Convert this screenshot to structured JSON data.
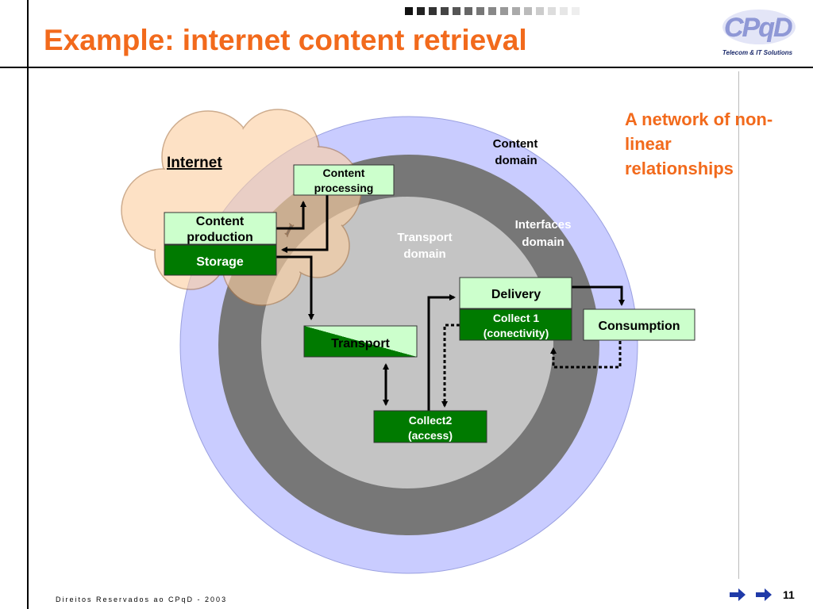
{
  "slide": {
    "title": "Example: internet content retrieval",
    "note": "A network of non-linear relationships",
    "footer": "Direitos Reservados ao CPqD - 2003",
    "page_number": "11"
  },
  "logo": {
    "mark": "CPqD",
    "tagline": "Telecom & IT Solutions"
  },
  "colors": {
    "accent": "#f26a1c",
    "content_ring": "#c9ccff",
    "interfaces_ring": "#777777",
    "transport_core": "#c4c4c4",
    "cloud": "#fdd9b5",
    "box_light": "#ccffcc",
    "box_dark": "#007a00",
    "nav_arrow": "#1f3aa8"
  },
  "squares": [
    "#111111",
    "#222222",
    "#333333",
    "#444444",
    "#555555",
    "#666666",
    "#777777",
    "#888888",
    "#999999",
    "#aaaaaa",
    "#bbbbbb",
    "#cccccc",
    "#dddddd",
    "#e6e6e6",
    "#eeeeee"
  ],
  "diagram": {
    "labels": {
      "internet": "Internet",
      "content_domain": [
        "Content",
        "domain"
      ],
      "interfaces_domain": [
        "Interfaces",
        "domain"
      ],
      "transport_domain": [
        "Transport",
        "domain"
      ]
    },
    "boxes": {
      "content_processing": [
        "Content",
        "processing"
      ],
      "content_production": [
        "Content",
        "production"
      ],
      "storage": "Storage",
      "transport": "Transport",
      "delivery": "Delivery",
      "collect1": [
        "Collect 1",
        "(conectivity)"
      ],
      "consumption": "Consumption",
      "collect2": [
        "Collect2",
        "(access)"
      ]
    }
  }
}
